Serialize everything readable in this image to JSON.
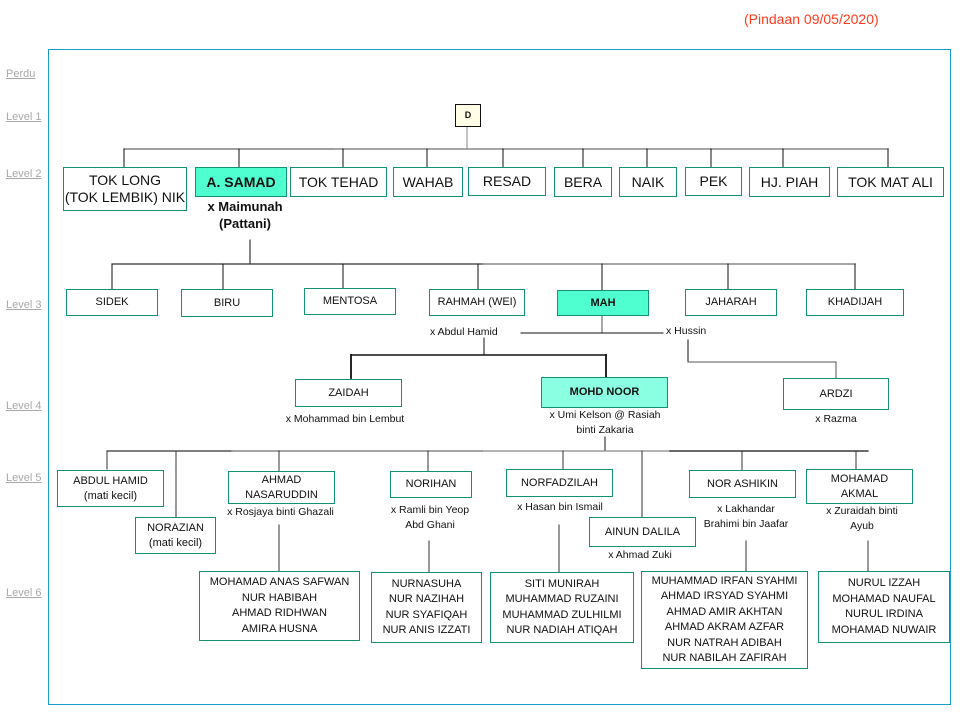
{
  "revision_note": "(Pindaan 09/05/2020)",
  "levels": [
    "Perdu",
    "Level 1",
    "Level 2",
    "Level 3",
    "Level 4",
    "Level 5",
    "Level 6"
  ],
  "colors": {
    "frame": "#1a9bc9",
    "node_border": "#139272",
    "highlight": "#4fffd0",
    "highlight_light": "#8bffe2",
    "root_fill": "#fffde6",
    "revision": "#ff3b1f"
  },
  "level1": {
    "root": "D"
  },
  "level2": {
    "children": [
      "TOK LONG\n(TOK LEMBIK) NIK",
      "A. SAMAD",
      "TOK TEHAD",
      "WAHAB",
      "RESAD",
      "BERA",
      "NAIK",
      "PEK",
      "HJ. PIAH",
      "TOK MAT ALI"
    ],
    "samad_spouse": "x Maimunah\n(Pattani)"
  },
  "level3": {
    "children": [
      "SIDEK",
      "BIRU",
      "MENTOSA",
      "RAHMAH (WEI)",
      "MAH",
      "JAHARAH",
      "KHADIJAH"
    ],
    "mah_spouse_1": "x Abdul  Hamid",
    "mah_spouse_2": "x Hussin"
  },
  "level4": {
    "children": [
      {
        "name": "ZAIDAH",
        "spouse": "x Mohammad  bin Lembut"
      },
      {
        "name": "MOHD NOOR",
        "spouse": "x Umi  Kelson @ Rasiah\nbinti  Zakaria"
      },
      {
        "name": "ARDZI",
        "spouse": "x Razma"
      }
    ]
  },
  "level5": {
    "children": [
      {
        "name": "ABDUL HAMID\n(mati kecil)",
        "spouse": ""
      },
      {
        "name": "NORAZIAN\n(mati kecil)",
        "spouse": ""
      },
      {
        "name": "AHMAD\nNASARUDDIN",
        "spouse": "x Rosjaya binti  Ghazali"
      },
      {
        "name": "NORIHAN",
        "spouse": "x Ramli  bin  Yeop\nAbd Ghani"
      },
      {
        "name": "NORFADZILAH",
        "spouse": "x Hasan  bin Ismail"
      },
      {
        "name": "AINUN DALILA",
        "spouse": "x Ahmad  Zuki"
      },
      {
        "name": "NOR ASHIKIN",
        "spouse": "x Lakhandar\nBrahimi  bin  Jaafar"
      },
      {
        "name": "MOHAMAD\nAKMAL",
        "spouse": "x Zuraidah binti\nAyub"
      }
    ]
  },
  "level6": {
    "groups": [
      "MOHAMAD ANAS SAFWAN\nNUR HABIBAH\nAHMAD RIDHWAN\nAMIRA HUSNA",
      "NURNASUHA\nNUR NAZIHAH\nNUR SYAFIQAH\nNUR ANIS  IZZATI",
      "SITI MUNIRAH\nMUHAMMAD  RUZAINI\nMUHAMMAD  ZULHILMI\nNUR NADIAH  ATIQAH",
      "MUHAMMAD  IRFAN SYAHMI\nAHMAD IRSYAD  SYAHMI\nAHMAD AMIR  AKHTAN\nAHMAD AKRAM  AZFAR\nNUR NATRAH ADIBAH\nNUR NABILAH  ZAFIRAH",
      "NURUL IZZAH\nMOHAMAD  NAUFAL\nNURUL IRDINA\nMOHAMAD  NUWAIR"
    ]
  }
}
